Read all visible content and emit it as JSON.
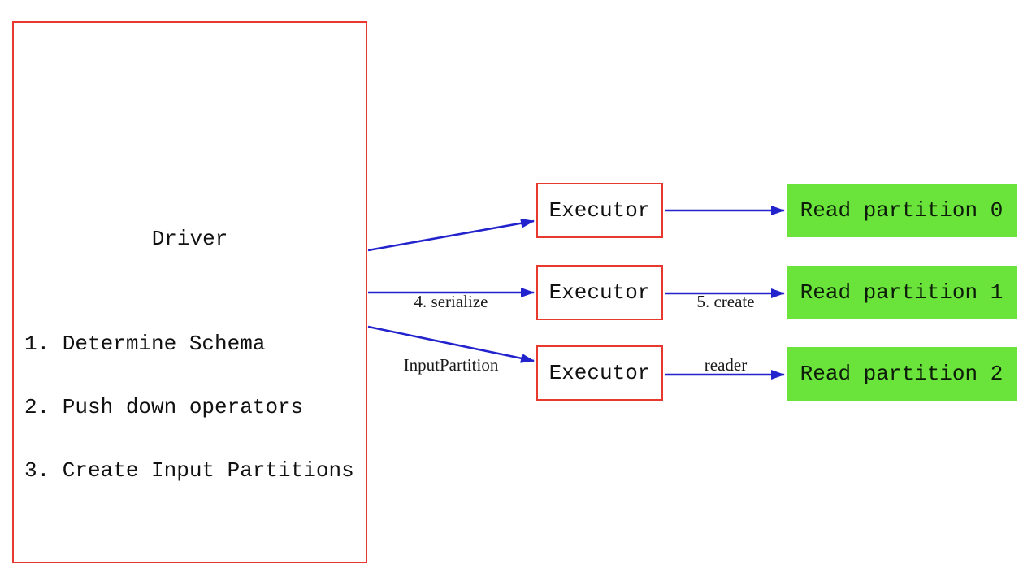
{
  "diagram": {
    "driver": {
      "title": "Driver",
      "steps": [
        "1. Determine Schema",
        "2. Push down operators",
        "3. Create Input Partitions"
      ]
    },
    "executors": [
      {
        "label": "Executor"
      },
      {
        "label": "Executor"
      },
      {
        "label": "Executor"
      }
    ],
    "partitions": [
      {
        "label": "Read partition 0"
      },
      {
        "label": "Read partition 1"
      },
      {
        "label": "Read partition 2"
      }
    ],
    "edge_labels": {
      "serialize_line1": "4. serialize",
      "serialize_line2": "InputPartition",
      "reader_line1": "5. create",
      "reader_line2": "reader"
    },
    "colors": {
      "box_border_red": "#e8392f",
      "arrow_blue": "#2323cd",
      "partition_green": "#6ae33b",
      "text_black": "#111111"
    }
  }
}
